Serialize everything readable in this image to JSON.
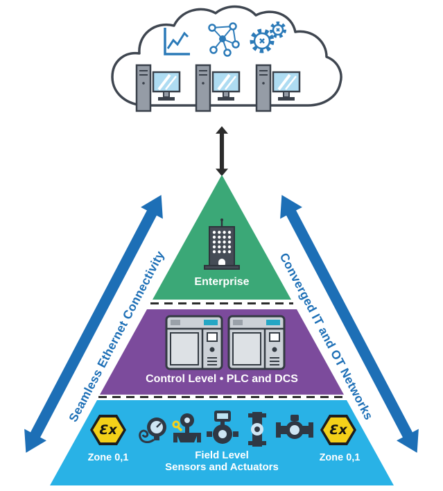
{
  "labels": {
    "enterprise": "Enterprise",
    "control": "Control Level • PLC and DCS",
    "field_title": "Field Level",
    "field_subtitle": "Sensors and Actuators",
    "zone_left": "Zone 0,1",
    "zone_right": "Zone 0,1",
    "arrow_left": "Seamless Ethernet Connectivity",
    "arrow_right": "Converged IT and OT Networks",
    "ex_left": "Ɛx",
    "ex_right": "Ɛx"
  },
  "colors": {
    "enterprise_green": "#3BA877",
    "control_purple": "#7C4B9C",
    "field_blue": "#29B2E6",
    "arrow_blue": "#1D6FB6",
    "icon_blue": "#2B7AB8",
    "ex_yellow": "#F4D019",
    "outline_dark": "#39404A",
    "connector_black": "#2B2B2B"
  },
  "icons": {
    "cloud_top_row": [
      "line-chart",
      "network-graph",
      "gears"
    ],
    "cloud_workstations": 3,
    "enterprise_level": "office-building",
    "control_level": [
      "plc-controller",
      "plc-controller"
    ],
    "field_level": [
      "pressure-sensor",
      "valve-actuator",
      "control-valve",
      "inline-transmitter",
      "flow-meter"
    ],
    "hazard_badges": [
      "atex-ex-hexagon",
      "atex-ex-hexagon"
    ],
    "connector": "vertical-double-arrow"
  }
}
